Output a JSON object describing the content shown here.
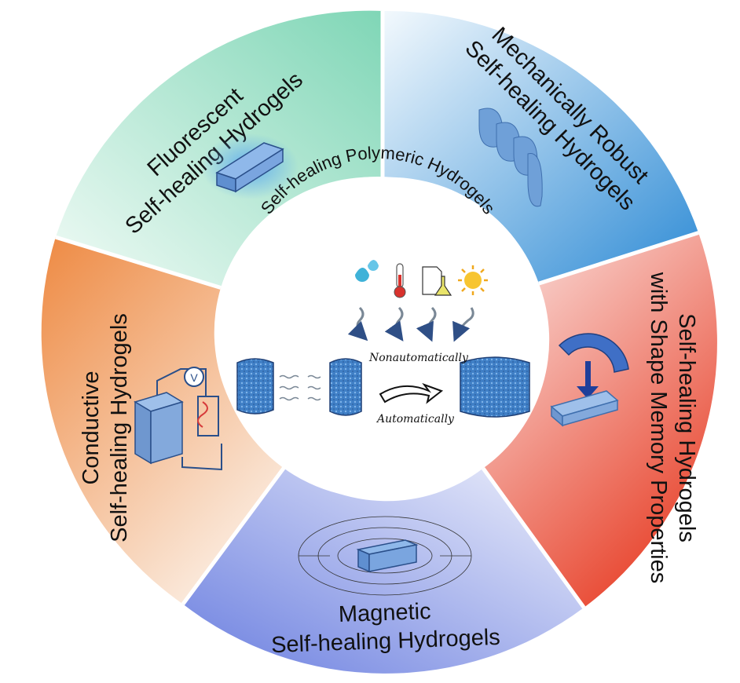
{
  "center": {
    "title": "Self-healing Polymeric Hydrogels",
    "label_top": "Nonautomatically",
    "label_bottom": "Automatically",
    "stimulus_icons": [
      "water-icon",
      "thermometer-icon",
      "chemical-flask-icon",
      "sun-icon"
    ]
  },
  "segments": {
    "fluorescent": {
      "line1": "Fluorescent",
      "line2": "Self-healing Hydrogels",
      "color": "#8fdcc0"
    },
    "mechanical": {
      "line1": "Mechanically Robust",
      "line2": "Self-healing Hydrogels",
      "color": "#3b95d8"
    },
    "shape_memory": {
      "line1": "Self-healing Hydrogels",
      "line2": "with Shape Memory Properties",
      "color": "#e8584a"
    },
    "magnetic": {
      "line1": "Magnetic",
      "line2": "Self-healing Hydrogels",
      "color": "#7f8fe0"
    },
    "conductive": {
      "line1": "Conductive",
      "line2": "Self-healing Hydrogels",
      "color": "#f0904a"
    }
  },
  "icons": [
    "glowing-block-icon",
    "twisted-ribbon-icon",
    "shape-memory-arrow-icon",
    "magnet-block-icon",
    "circuit-voltmeter-icon",
    "hydrogel-cube-icon",
    "healing-arrow-icon"
  ]
}
